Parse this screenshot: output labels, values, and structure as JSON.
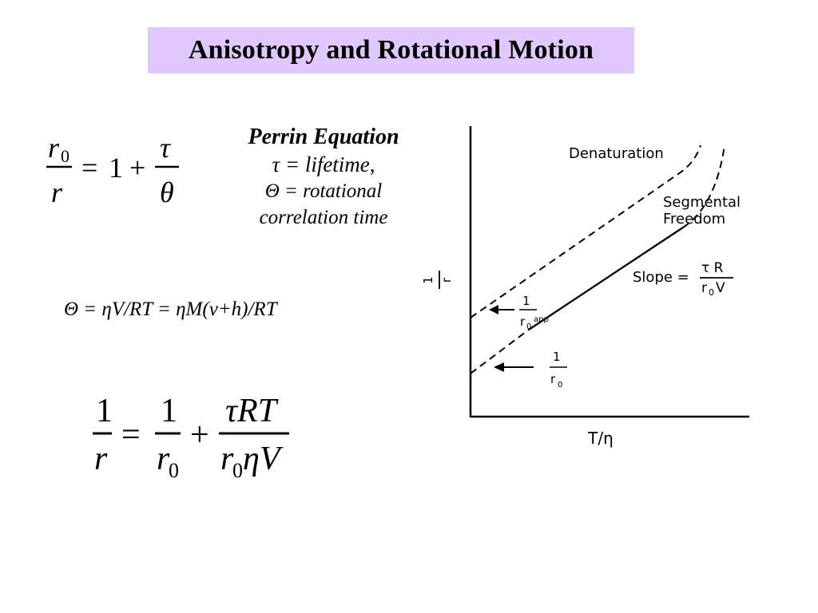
{
  "slide": {
    "title": "Anisotropy and Rotational Motion"
  },
  "equation1": {
    "lhs_numerator": "r",
    "lhs_numerator_sub": "0",
    "lhs_denominator": "r",
    "equals": "=",
    "one": "1",
    "plus": "+",
    "rhs_numerator": "τ",
    "rhs_denominator": "θ"
  },
  "perrin": {
    "heading": "Perrin Equation",
    "line_tau": "τ = lifetime,",
    "line_theta": "Θ = rotational",
    "line_theta2": "correlation time"
  },
  "theta_relation": "Θ = ηV/RT = ηM(v+h)/RT",
  "equation2": {
    "lhs_numerator": "1",
    "lhs_denominator": "r",
    "equals": "=",
    "term1_numerator": "1",
    "term1_denominator": "r",
    "term1_denominator_sub": "0",
    "plus": "+",
    "term2_numerator": "τRT",
    "term2_denominator_r": "r",
    "term2_denominator_sub": "0",
    "term2_denominator_rest": "ηV"
  },
  "plot": {
    "ylabel_num": "1",
    "ylabel_den": "r",
    "xlabel": "T/η",
    "label_denaturation": "Denaturation",
    "label_segmental": "Segmental",
    "label_freedom": "Freedom",
    "slope_text": "Slope =",
    "slope_num": "τ R",
    "slope_den_r": "r",
    "slope_den_sub": "0",
    "slope_den_v": "V",
    "r0app_num": "1",
    "r0app_den": "r",
    "r0app_sub": "0",
    "r0app_sup": "app",
    "r0_num": "1",
    "r0_den": "r",
    "r0_sub": "0"
  }
}
